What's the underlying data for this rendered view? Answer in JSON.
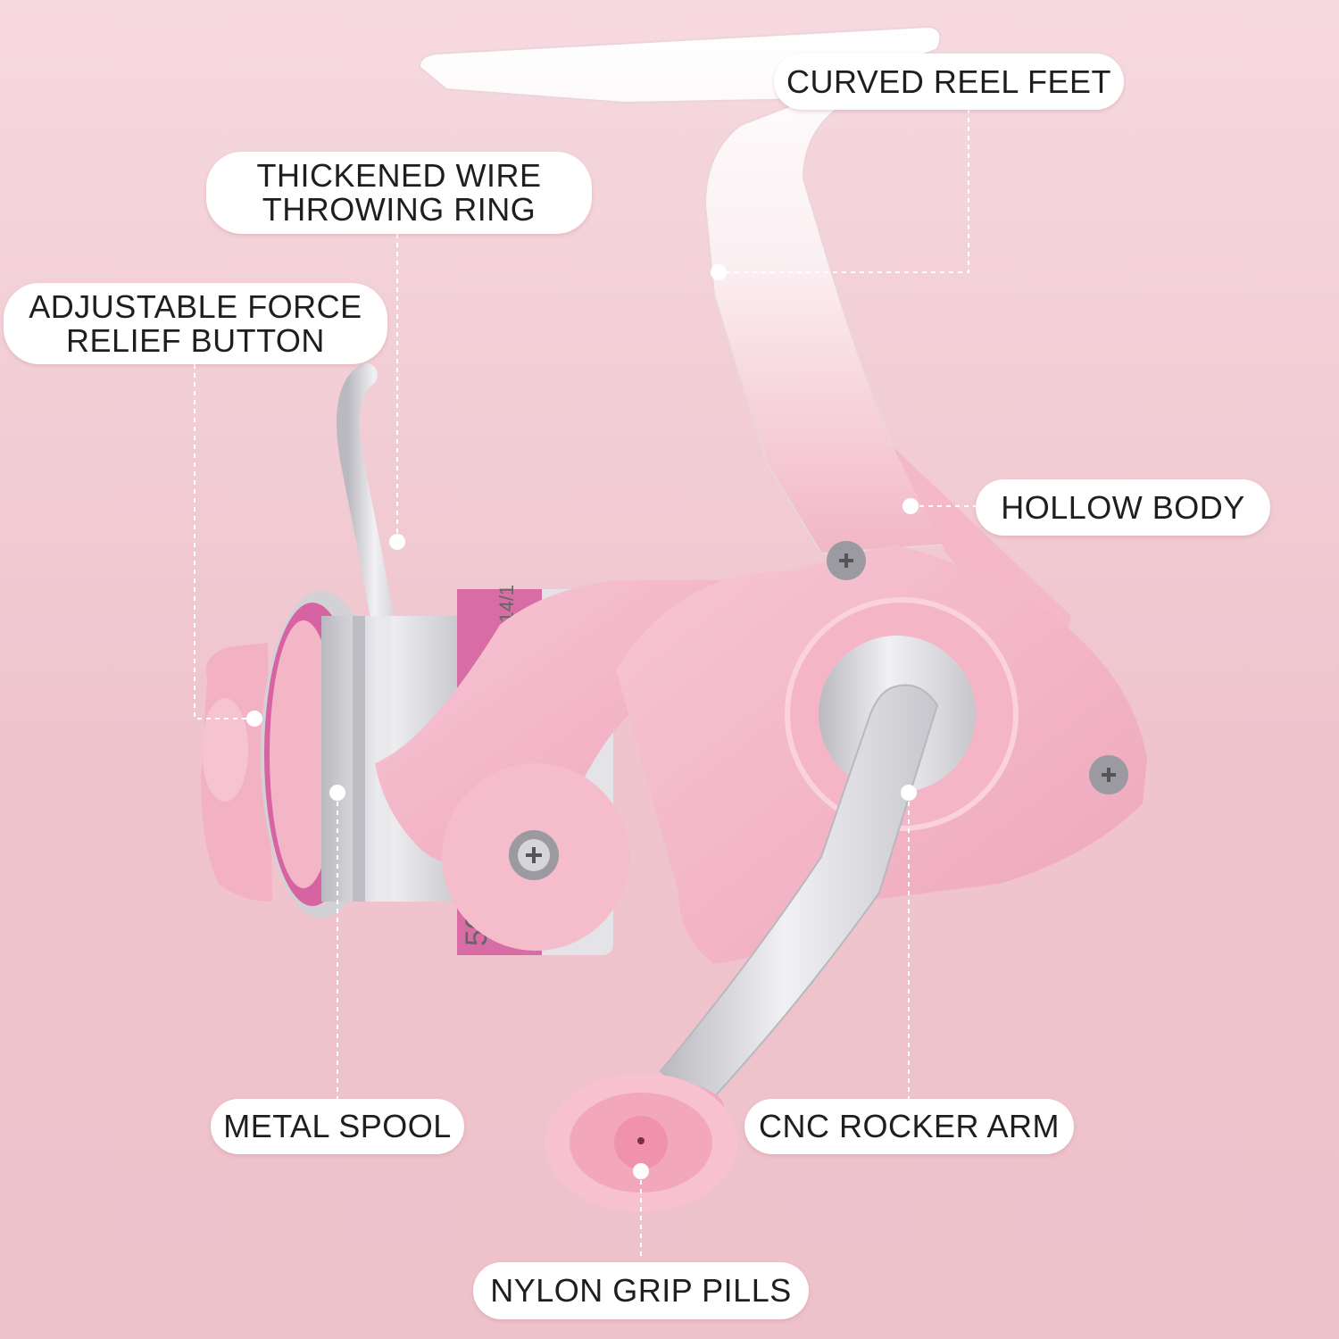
{
  "colors": {
    "background_top": "#f6d9df",
    "background_bottom": "#eec2cb",
    "reel_pink": "#f3b7c8",
    "reel_magenta": "#d66aa3",
    "metal_silver": "#d8d8dc",
    "callout_bg": "#ffffff",
    "callout_text": "#1e1e1e"
  },
  "labels": {
    "curved_reel_feet": "CURVED REEL FEET",
    "throwing_ring_line1": "THICKENED WIRE",
    "throwing_ring_line2": "THROWING RING",
    "force_relief_line1": "ADJUSTABLE FORCE",
    "force_relief_line2": "RELIEF BUTTON",
    "hollow_body": "HOLLOW BODY",
    "metal_spool": "METAL SPOOL",
    "cnc_rocker_arm": "CNC ROCKER ARM",
    "nylon_grip_pills": "NYLON GRIP PILLS"
  },
  "product": {
    "spool_marking": "#-M:0.14/1",
    "size_marking": "500"
  }
}
